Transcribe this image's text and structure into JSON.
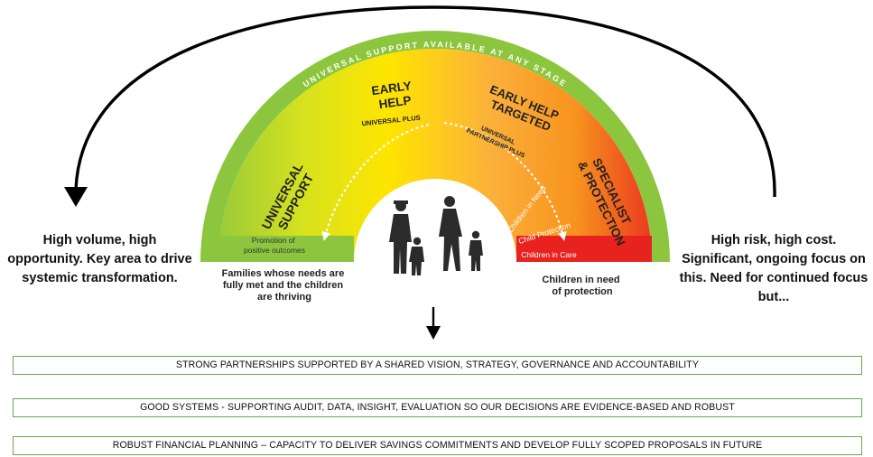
{
  "left_note": "High volume, high opportunity. Key area to drive systemic transformation.",
  "right_note": "High risk, high cost. Significant, ongoing focus on this. Need for continued focus but...",
  "arc": {
    "outer_band": "UNIVERSAL SUPPORT AVAILABLE AT ANY STAGE",
    "universal_support": [
      "UNIVERSAL",
      "SUPPORT"
    ],
    "early_help": [
      "EARLY",
      "HELP"
    ],
    "universal_plus": "UNIVERSAL PLUS",
    "early_help_targeted": [
      "EARLY HELP",
      "TARGETED"
    ],
    "universal_partnership_plus": [
      "UNIVERSAL",
      "PARTNERSHIP PLUS"
    ],
    "specialist_protection": [
      "SPECIALIST",
      "& PROTECTION"
    ],
    "promotion": [
      "Promotion of",
      "positive outcomes"
    ],
    "children_in_need": "Children in Need",
    "child_protection": "Child Protection",
    "children_in_care": "Children in Care"
  },
  "left_caption": [
    "Families whose needs are",
    "fully met and the children",
    "are thriving"
  ],
  "right_caption": [
    "Children in need",
    "of protection"
  ],
  "bars": [
    "STRONG PARTNERSHIPS SUPPORTED BY A SHARED VISION, STRATEGY, GOVERNANCE AND ACCOUNTABILITY",
    "GOOD SYSTEMS - SUPPORTING AUDIT, DATA, INSIGHT, EVALUATION SO OUR DECISIONS ARE EVIDENCE-BASED AND ROBUST",
    "ROBUST FINANCIAL PLANNING – CAPACITY TO DELIVER SAVINGS COMMITMENTS AND DEVELOP FULLY SCOPED PROPOSALS IN FUTURE"
  ],
  "colors": {
    "green": "#8cc63f",
    "yellow": "#ffe500",
    "orange": "#f7931e",
    "red": "#e8231f",
    "bar_border": "#6aa84f"
  }
}
